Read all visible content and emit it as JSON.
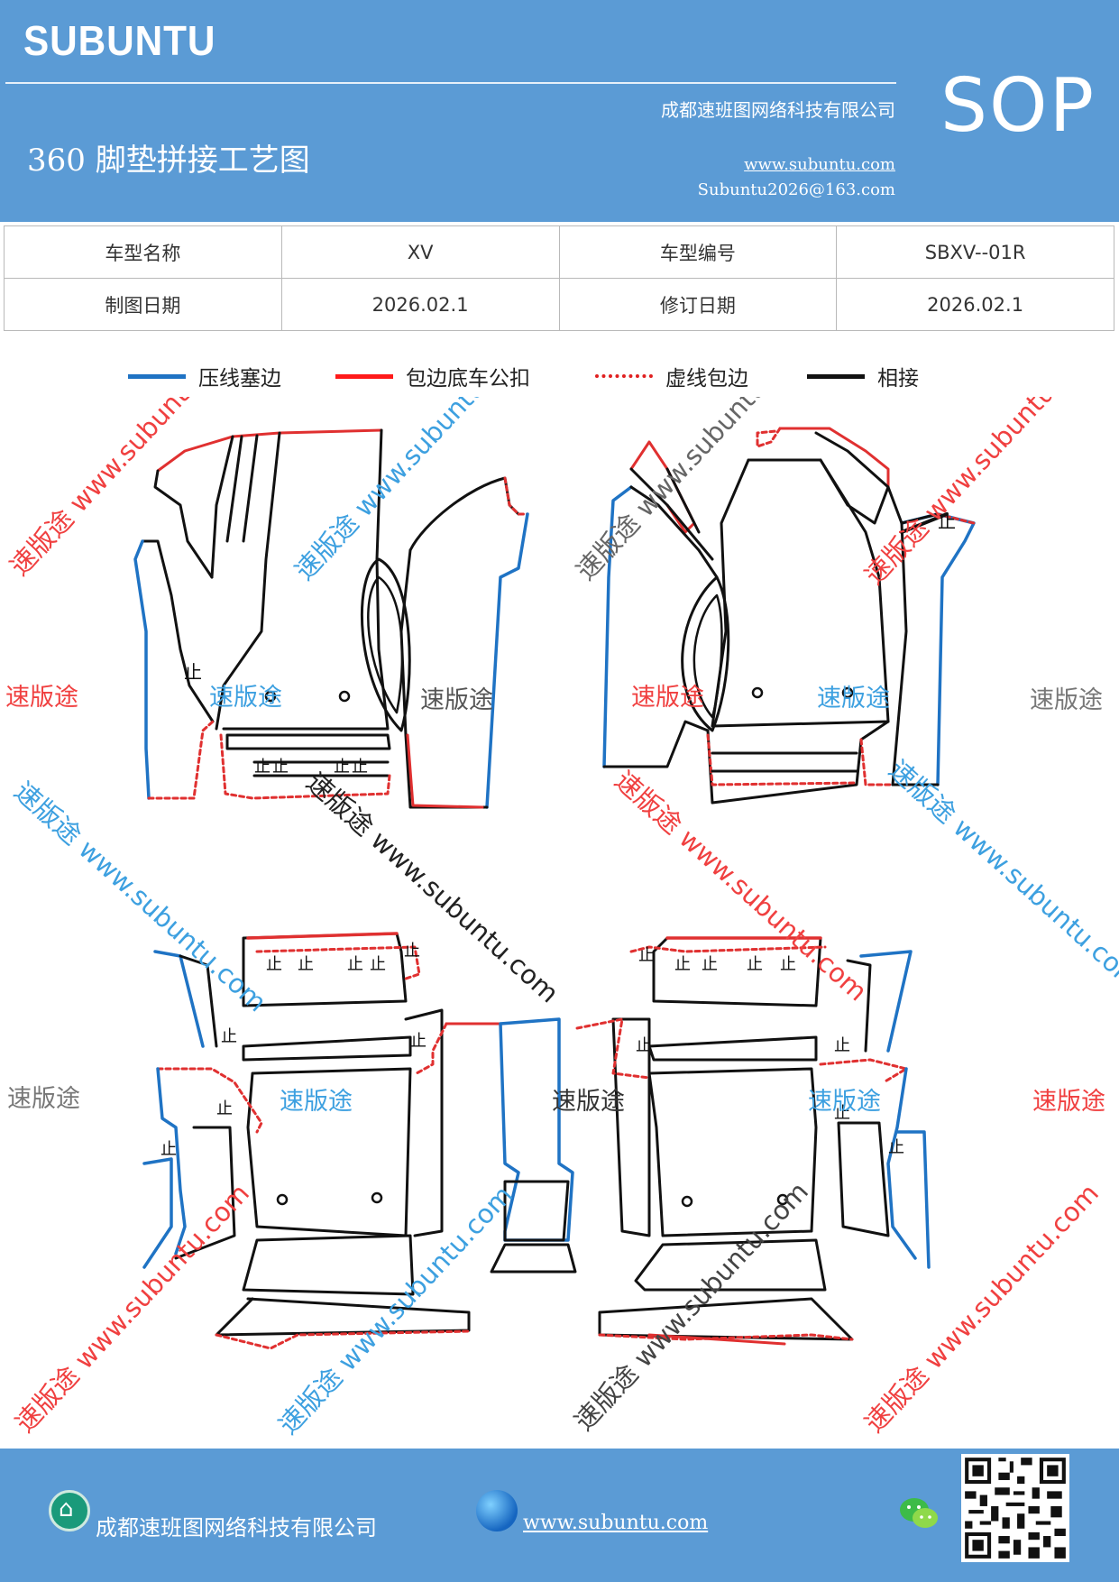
{
  "header": {
    "brand": "SUBUNTU",
    "company": "成都速班图网络科技有限公司",
    "title": "360 脚垫拼接工艺图",
    "website": "www.subuntu.com",
    "email": "Subuntu2026@163.com",
    "badge": "SOP"
  },
  "info_table": {
    "rows": [
      {
        "label1": "车型名称",
        "value1": "XV",
        "label2": "车型编号",
        "value2": "SBXV--01R"
      },
      {
        "label1": "制图日期",
        "value1": "2026.02.1",
        "label2": "修订日期",
        "value2": "2026.02.1"
      }
    ]
  },
  "legend": {
    "items": [
      {
        "label": "压线塞边",
        "color": "#1f73c4",
        "style": "solid"
      },
      {
        "label": "包边底车公扣",
        "color": "#ff1a1a",
        "style": "solid"
      },
      {
        "label": "虚线包边",
        "color": "#e02020",
        "style": "dotted"
      },
      {
        "label": "相接",
        "color": "#111111",
        "style": "solid"
      }
    ]
  },
  "diagram": {
    "joint_mark": "止",
    "watermarks": {
      "brand_cn": "速版途",
      "url": "www.subuntu.com",
      "diagonal": "速版途 www.subuntu.com"
    },
    "colors": {
      "watermark_red": "#f04040",
      "watermark_blue": "#3da0e0",
      "watermark_gray": "#777777"
    }
  },
  "footer": {
    "company": "成都速班图网络科技有限公司",
    "website": "www.subuntu.com",
    "icons": [
      "home-icon",
      "globe-icon",
      "wechat-icon",
      "qr-code"
    ]
  }
}
